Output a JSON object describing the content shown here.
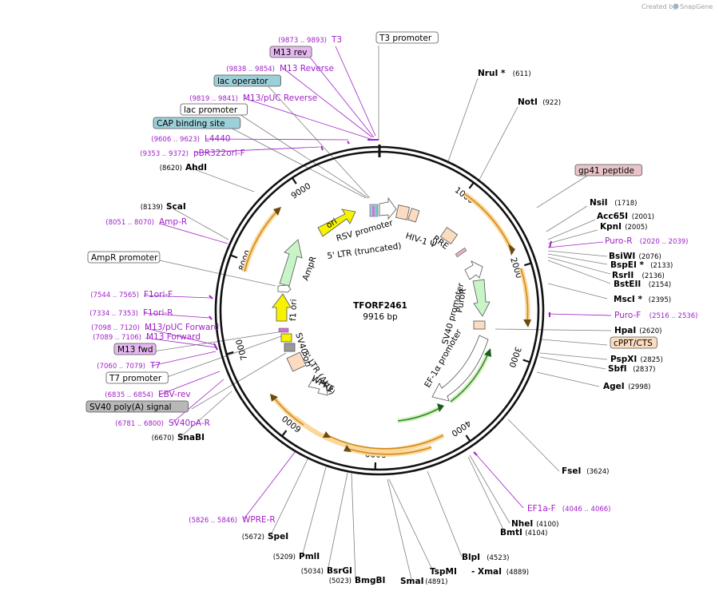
{
  "watermark": {
    "created_by": "Created by",
    "brand": "SnapGene"
  },
  "plasmid": {
    "name": "TFORF2461",
    "size": "9916 bp",
    "length": 9916
  },
  "ticks": [
    {
      "label": "1000",
      "pos": 1000
    },
    {
      "label": "2000",
      "pos": 2000
    },
    {
      "label": "3000",
      "pos": 3000
    },
    {
      "label": "4000",
      "pos": 4000
    },
    {
      "label": "5000",
      "pos": 5000
    },
    {
      "label": "6000",
      "pos": 6000
    },
    {
      "label": "7000",
      "pos": 7000
    },
    {
      "label": "8000",
      "pos": 8000
    },
    {
      "label": "9000",
      "pos": 9000
    }
  ],
  "right_labels": [
    {
      "kind": "site",
      "name": "NruI *",
      "pos": "(611)"
    },
    {
      "kind": "site",
      "name": "NotI",
      "pos": "(922)"
    },
    {
      "kind": "box",
      "name": "gp41 peptide",
      "color": "#e8c4c8"
    },
    {
      "kind": "site",
      "name": "NsiI",
      "pos": "(1718)"
    },
    {
      "kind": "site",
      "name": "Acc65I",
      "pos": "(2001)"
    },
    {
      "kind": "site",
      "name": "KpnI",
      "pos": "(2005)"
    },
    {
      "kind": "primer",
      "name": "Puro-R",
      "pos": "(2020 .. 2039)"
    },
    {
      "kind": "site",
      "name": "BsiWI",
      "pos": "(2076)"
    },
    {
      "kind": "site",
      "name": "BspEI *",
      "pos": "(2133)"
    },
    {
      "kind": "site",
      "name": "RsrII",
      "pos": "(2136)"
    },
    {
      "kind": "site",
      "name": "BstEII",
      "pos": "(2154)"
    },
    {
      "kind": "site",
      "name": "MscI *",
      "pos": "(2395)"
    },
    {
      "kind": "primer",
      "name": "Puro-F",
      "pos": "(2516 .. 2536)"
    },
    {
      "kind": "site",
      "name": "HpaI",
      "pos": "(2620)"
    },
    {
      "kind": "box",
      "name": "cPPT/CTS",
      "color": "#fbdcc0"
    },
    {
      "kind": "site",
      "name": "PspXI",
      "pos": "(2825)"
    },
    {
      "kind": "site",
      "name": "SbfI",
      "pos": "(2837)"
    },
    {
      "kind": "site",
      "name": "AgeI",
      "pos": "(2998)"
    },
    {
      "kind": "site",
      "name": "FseI",
      "pos": "(3624)"
    },
    {
      "kind": "primer",
      "name": "EF1a-F",
      "pos": "(4046 .. 4066)"
    },
    {
      "kind": "site",
      "name": "NheI",
      "pos": "(4100)"
    },
    {
      "kind": "site",
      "name": "BmtI",
      "pos": "(4104)"
    },
    {
      "kind": "site",
      "name": "BlpI",
      "pos": "(4523)"
    },
    {
      "kind": "site",
      "name": "TspMI",
      "pos": ""
    },
    {
      "kind": "site",
      "name": "- XmaI",
      "pos": "(4889)"
    },
    {
      "kind": "site",
      "name": "SmaI",
      "pos": "(4891)"
    }
  ],
  "left_labels": [
    {
      "kind": "primer",
      "name": "T3",
      "pos": "(9873 .. 9893)"
    },
    {
      "kind": "box",
      "name": "T3 promoter",
      "color": "#ffffff"
    },
    {
      "kind": "box",
      "name": "M13 rev",
      "color": "#e6b8f0"
    },
    {
      "kind": "primer",
      "name": "M13 Reverse",
      "pos": "(9838 .. 9854)"
    },
    {
      "kind": "box",
      "name": "lac operator",
      "color": "#9dcfd8"
    },
    {
      "kind": "primer",
      "name": "M13/pUC Reverse",
      "pos": "(9819 .. 9841)"
    },
    {
      "kind": "box",
      "name": "lac promoter",
      "color": "#ffffff"
    },
    {
      "kind": "box",
      "name": "CAP binding site",
      "color": "#9dcfd8"
    },
    {
      "kind": "primer",
      "name": "L4440",
      "pos": "(9606 .. 9623)"
    },
    {
      "kind": "primer",
      "name": "pBR322ori-F",
      "pos": "(9353 .. 9372)"
    },
    {
      "kind": "site",
      "name": "AhdI",
      "pos": "(8620)"
    },
    {
      "kind": "site",
      "name": "ScaI",
      "pos": "(8139)"
    },
    {
      "kind": "primer",
      "name": "Amp-R",
      "pos": "(8051 .. 8070)"
    },
    {
      "kind": "box",
      "name": "AmpR promoter",
      "color": "#ffffff"
    },
    {
      "kind": "primer",
      "name": "F1ori-F",
      "pos": "(7544 .. 7565)"
    },
    {
      "kind": "primer",
      "name": "F1ori-R",
      "pos": "(7334 .. 7353)"
    },
    {
      "kind": "primer",
      "name": "M13/pUC Forward",
      "pos": "(7098 .. 7120)"
    },
    {
      "kind": "primer",
      "name": "M13 Forward",
      "pos": "(7089 .. 7106)"
    },
    {
      "kind": "box",
      "name": "M13 fwd",
      "color": "#e6b8f0"
    },
    {
      "kind": "primer",
      "name": "T7",
      "pos": "(7060 .. 7079)"
    },
    {
      "kind": "box",
      "name": "T7 promoter",
      "color": "#ffffff"
    },
    {
      "kind": "primer",
      "name": "EBV-rev",
      "pos": "(6835 .. 6854)"
    },
    {
      "kind": "box",
      "name": "SV40 poly(A) signal",
      "color": "#b8b8b8"
    },
    {
      "kind": "primer",
      "name": "SV40pA-R",
      "pos": "(6781 .. 6800)"
    },
    {
      "kind": "site",
      "name": "SnaBI",
      "pos": "(6670)"
    },
    {
      "kind": "primer",
      "name": "WPRE-R",
      "pos": "(5826 .. 5846)"
    },
    {
      "kind": "site",
      "name": "SpeI",
      "pos": "(5672)"
    },
    {
      "kind": "site",
      "name": "PmlI",
      "pos": "(5209)"
    },
    {
      "kind": "site",
      "name": "BsrGI",
      "pos": "(5034)"
    },
    {
      "kind": "site",
      "name": "BmgBI",
      "pos": "(5023)"
    }
  ],
  "inner_labels": [
    {
      "text": "RSV promoter"
    },
    {
      "text": "5' LTR (truncated)"
    },
    {
      "text": "HIV-1 Ψ"
    },
    {
      "text": "RRE"
    },
    {
      "text": "ori"
    },
    {
      "text": "AmpR"
    },
    {
      "text": "f1 ori"
    },
    {
      "text": "SV40 ori"
    },
    {
      "text": "3' LTR (ΔU3)"
    },
    {
      "text": "WPRE"
    },
    {
      "text": "SV40 promoter"
    },
    {
      "text": "PuroR"
    },
    {
      "text": "EF-1α promoter"
    }
  ],
  "colors": {
    "primer": "#a020c8",
    "orf_arc": "#f5a623",
    "green_arc": "#33aa33",
    "backbone": "#111111"
  }
}
